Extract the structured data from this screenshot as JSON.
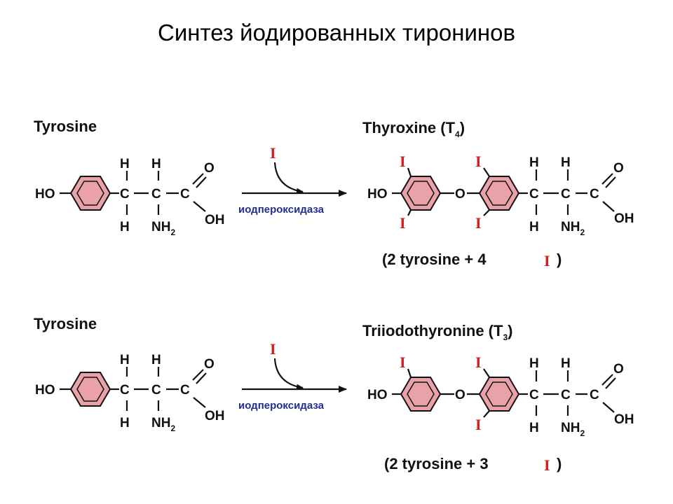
{
  "title": "Синтез йодированных тиронинов",
  "colors": {
    "ring_fill": "#e9a2a7",
    "iodine": "#d02020",
    "enzyme_text": "#1f2f8f"
  },
  "atoms": {
    "H": "H",
    "C": "C",
    "O": "O",
    "HO": "HO",
    "OH": "OH",
    "NH": "NH",
    "two": "2",
    "I": "I"
  },
  "reactions": [
    {
      "substrate_heading": "Tyrosine",
      "enzyme": "иодпероксидаза",
      "product_heading": "Thyroxine (T",
      "product_subscript": "4",
      "product_heading_end": ")",
      "equation_prefix": "(2 tyrosine + 4",
      "equation_suffix": ")"
    },
    {
      "substrate_heading": "Tyrosine",
      "enzyme": "иодпероксидаза",
      "product_heading": "Triiodothyronine (T",
      "product_subscript": "3",
      "product_heading_end": ")",
      "equation_prefix": "(2 tyrosine + 3",
      "equation_suffix": ")"
    }
  ]
}
